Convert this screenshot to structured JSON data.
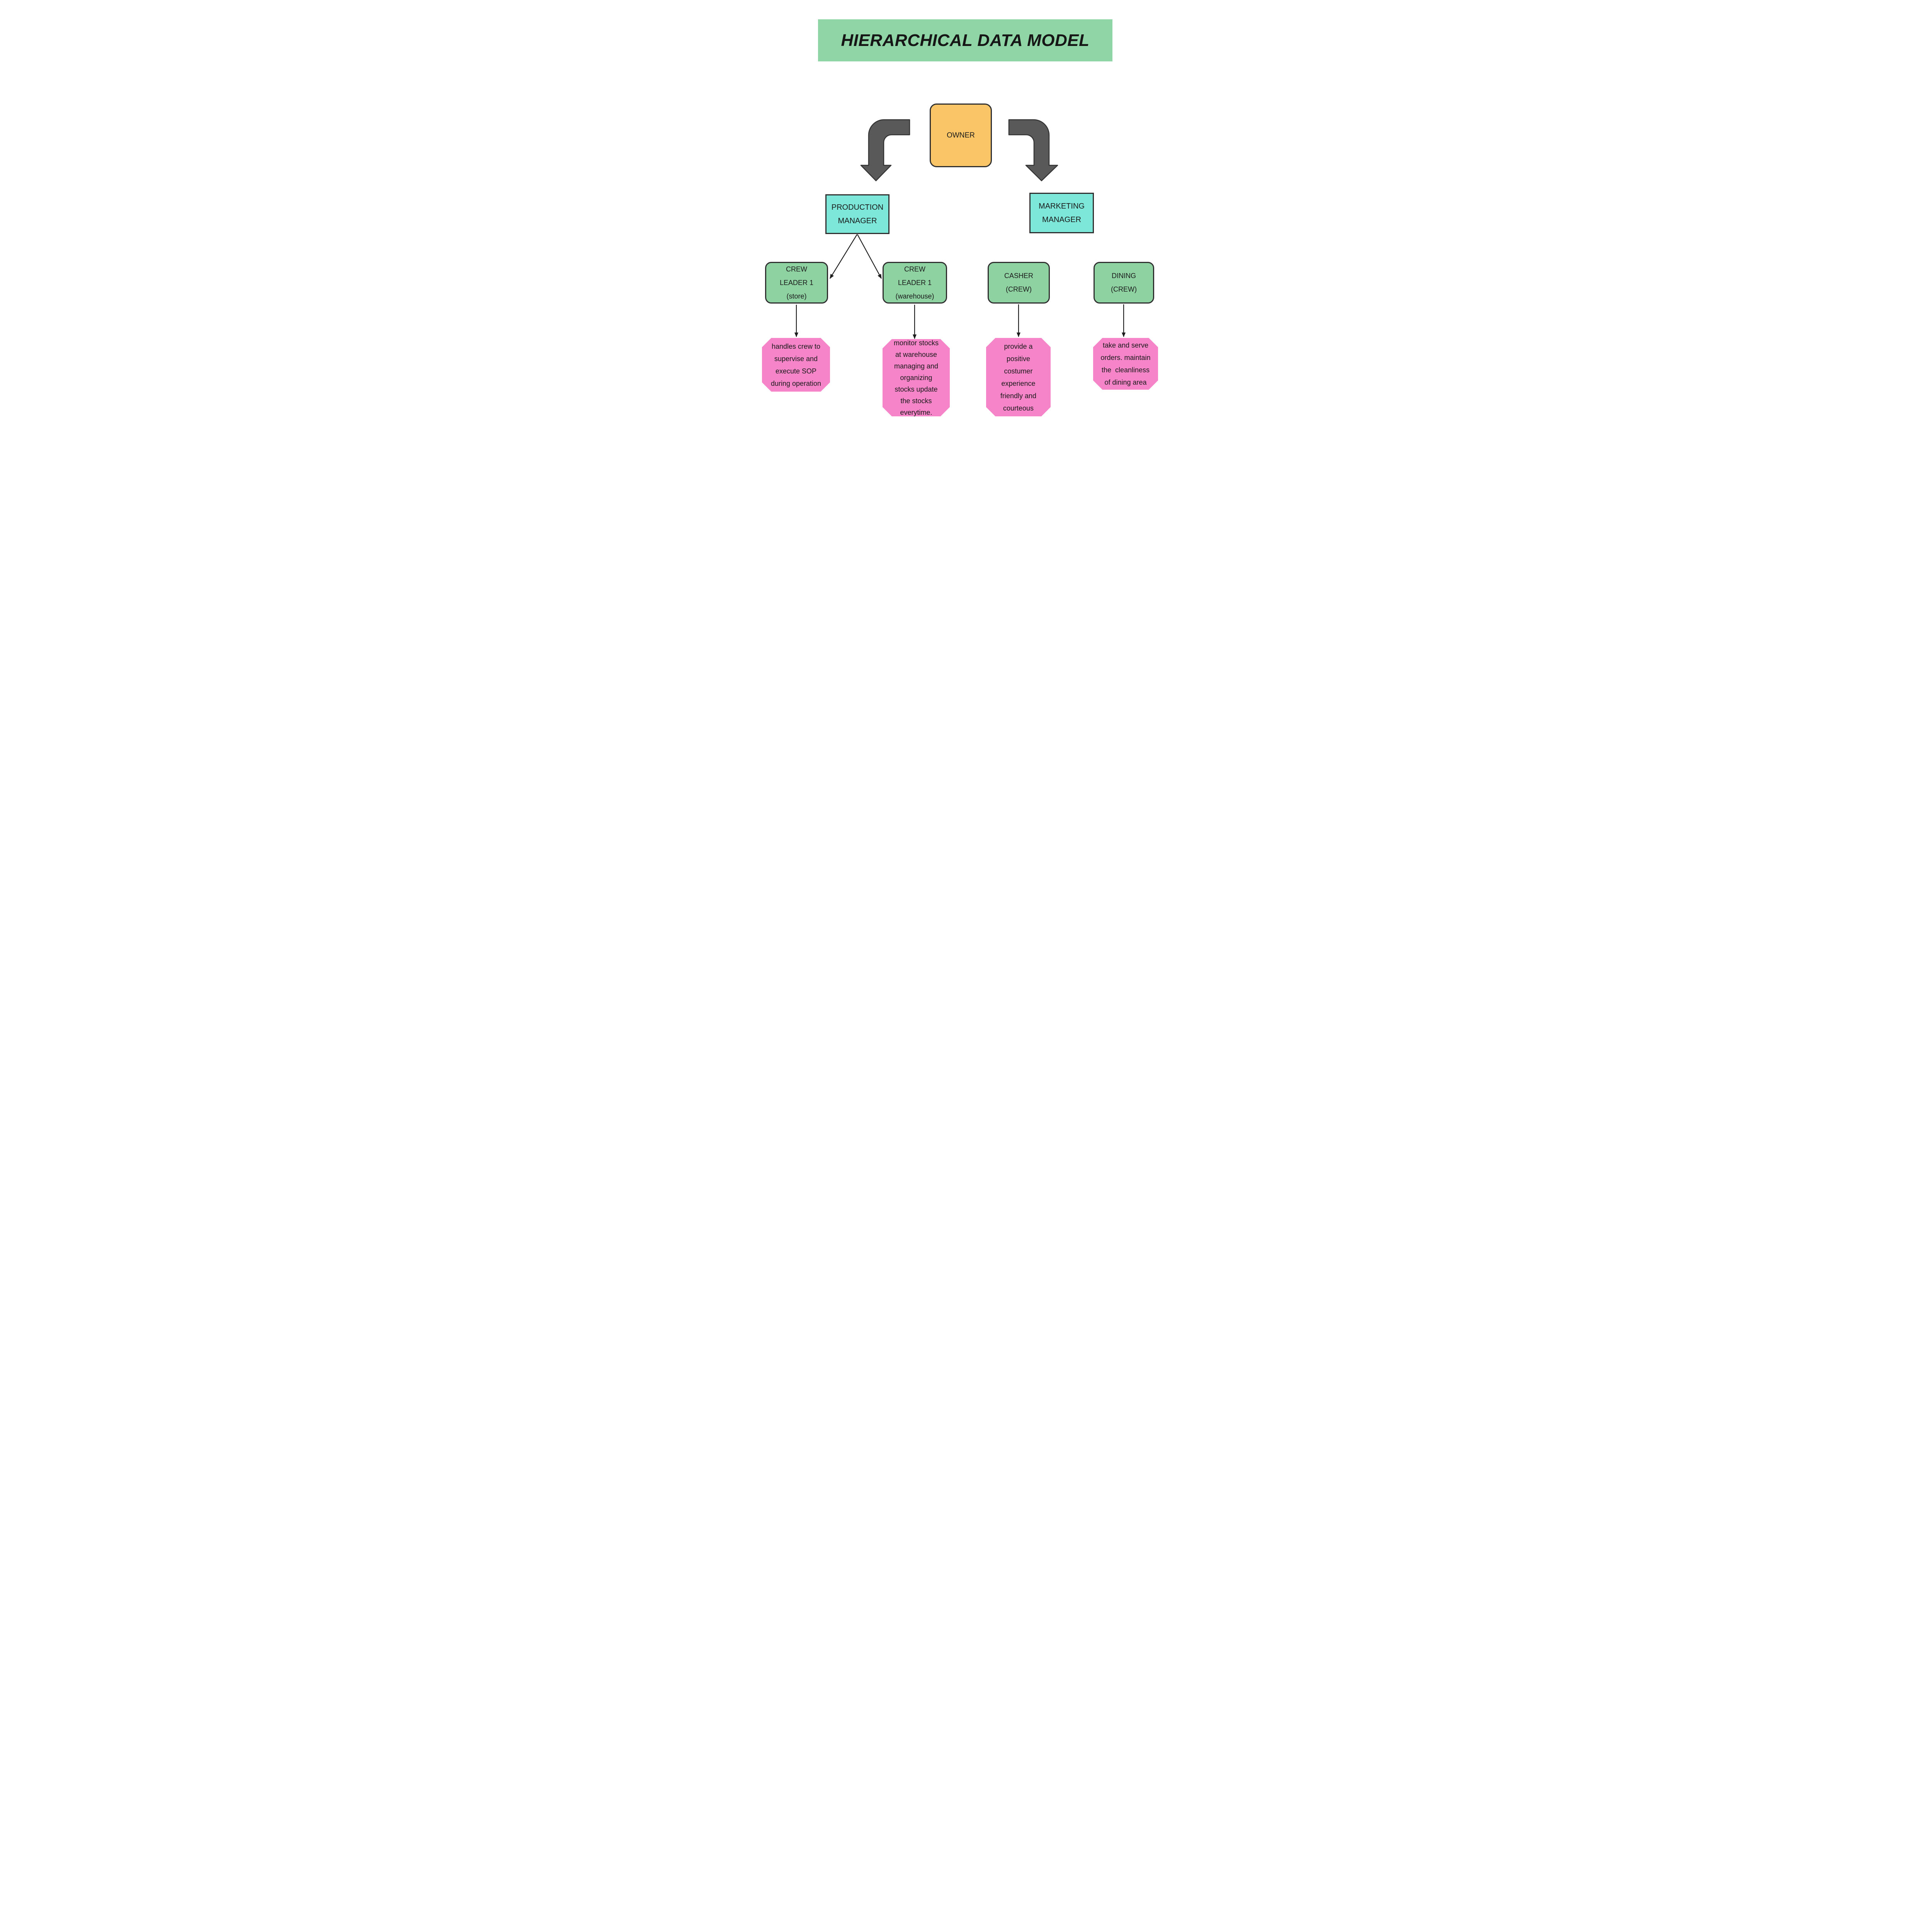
{
  "title": "HIERARCHICAL DATA MODEL",
  "colors": {
    "banner-green": "#8fd5a5",
    "node-green": "#8ed2a2",
    "node-teal": "#7de8da",
    "node-orange": "#f9c567",
    "node-pink": "#f584c8",
    "arrow-gray": "#595959",
    "arrow-outline": "#333333",
    "line-black": "#1c1c1c",
    "text-black": "#1a1a1a",
    "canvas-white": "#ffffff"
  },
  "nodes": {
    "owner": {
      "label": "OWNER"
    },
    "production_manager": {
      "lines": [
        "PRODUCTION",
        "MANAGER"
      ]
    },
    "marketing_manager": {
      "lines": [
        "MARKETING",
        "MANAGER"
      ]
    },
    "crew_leader_store": {
      "lines": [
        "CREW",
        "LEADER 1",
        "(store)"
      ]
    },
    "crew_leader_warehouse": {
      "lines": [
        "CREW",
        "LEADER 1",
        "(warehouse)"
      ]
    },
    "casher_crew": {
      "lines": [
        "CASHER",
        "(CREW)"
      ]
    },
    "dining_crew": {
      "lines": [
        "DINING",
        "(CREW)"
      ]
    }
  },
  "tasks": {
    "store": {
      "lines": [
        "handles crew to",
        "supervise and",
        "execute SOP",
        "during operation"
      ]
    },
    "warehouse": {
      "lines": [
        "monitor stocks",
        "at warehouse",
        "managing and",
        "organizing",
        "stocks update",
        "the stocks",
        "everytime."
      ]
    },
    "casher": {
      "lines": [
        "provide a",
        "positive",
        "costumer",
        "experience",
        "friendly and",
        "courteous"
      ]
    },
    "dining": {
      "lines": [
        "take and serve",
        "orders. maintain",
        "the  cleanliness",
        "of dining area"
      ]
    }
  }
}
